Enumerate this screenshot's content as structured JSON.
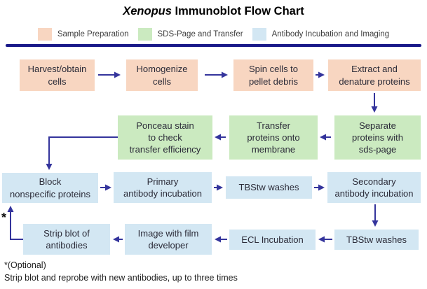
{
  "title": {
    "species": "Xenopus",
    "rest": " Immunoblot Flow Chart"
  },
  "legend": [
    {
      "label": "Sample Preparation",
      "color": "#f8d6c1"
    },
    {
      "label": "SDS-Page and Transfer",
      "color": "#cbeac0"
    },
    {
      "label": "Antibody Incubation and Imaging",
      "color": "#d3e7f3"
    }
  ],
  "colors": {
    "sample_preparation": "#f8d6c1",
    "sds_page_transfer": "#cbeac0",
    "antibody_incubation": "#d3e7f3",
    "arrow": "#34349c",
    "divider": "#191989"
  },
  "nodes": {
    "harvest": "Harvest/obtain\ncells",
    "homogenize": "Homogenize\ncells",
    "spin": "Spin cells to\npellet debris",
    "extract": "Extract and\ndenature proteins",
    "ponceau": "Ponceau stain\nto check\ntransfer efficiency",
    "transfer": "Transfer\nproteins onto\nmembrane",
    "separate": "Separate\nproteins with\nsds-page",
    "block": "Block\nnonspecific proteins",
    "primary": "Primary\nantibody incubation",
    "tbstw1": "TBStw washes",
    "secondary": "Secondary\nantibody incubation",
    "strip": "Strip blot of\nantibodies",
    "image": "Image with film\ndeveloper",
    "ecl": "ECL Incubation",
    "tbstw2": "TBStw washes"
  },
  "footnote": {
    "marker": "*",
    "line1": "*(Optional)",
    "line2": "Strip blot and reprobe with new antibodies, up to three times"
  }
}
